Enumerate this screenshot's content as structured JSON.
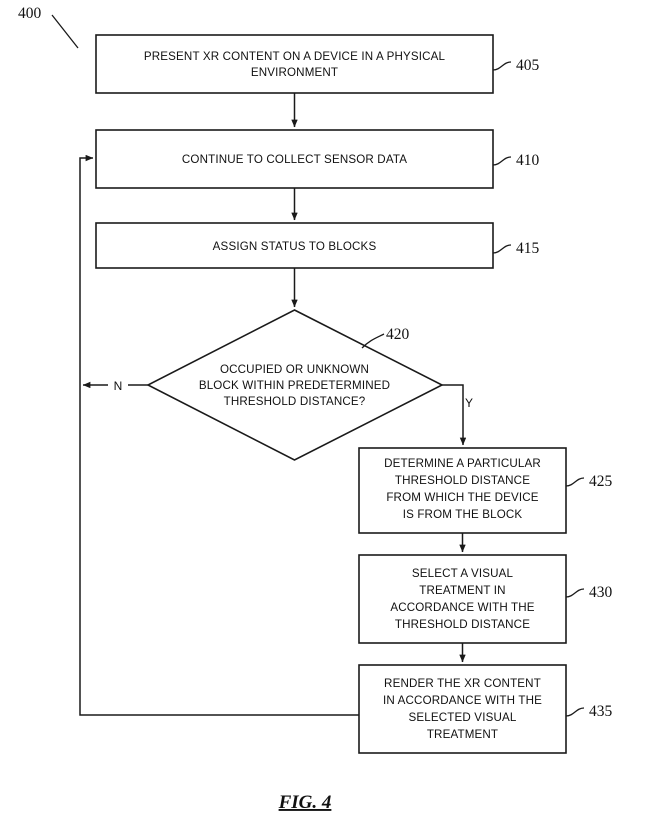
{
  "figure": {
    "caption": "FIG. 4",
    "diagram_ref": "400",
    "type": "flowchart"
  },
  "nodes": {
    "n405": {
      "ref": "405",
      "shape": "rect",
      "lines": [
        "PRESENT XR CONTENT ON A DEVICE IN A PHYSICAL",
        "ENVIRONMENT"
      ]
    },
    "n410": {
      "ref": "410",
      "shape": "rect",
      "lines": [
        "CONTINUE TO COLLECT SENSOR DATA"
      ]
    },
    "n415": {
      "ref": "415",
      "shape": "rect",
      "lines": [
        "ASSIGN STATUS TO BLOCKS"
      ]
    },
    "n420": {
      "ref": "420",
      "shape": "diamond",
      "lines": [
        "OCCUPIED OR UNKNOWN",
        "BLOCK WITHIN PREDETERMINED",
        "THRESHOLD DISTANCE?"
      ]
    },
    "n425": {
      "ref": "425",
      "shape": "rect",
      "lines": [
        "DETERMINE A PARTICULAR",
        "THRESHOLD DISTANCE",
        "FROM WHICH THE DEVICE",
        "IS FROM THE BLOCK"
      ]
    },
    "n430": {
      "ref": "430",
      "shape": "rect",
      "lines": [
        "SELECT A VISUAL",
        "TREATMENT IN",
        "ACCORDANCE WITH THE",
        "THRESHOLD DISTANCE"
      ]
    },
    "n435": {
      "ref": "435",
      "shape": "rect",
      "lines": [
        "RENDER THE XR CONTENT",
        "IN ACCORDANCE WITH THE",
        "SELECTED VISUAL",
        "TREATMENT"
      ]
    }
  },
  "branches": {
    "no_label": "N",
    "yes_label": "Y"
  },
  "colors": {
    "stroke": "#1a1a1a",
    "text": "#111111",
    "background": "#ffffff"
  }
}
